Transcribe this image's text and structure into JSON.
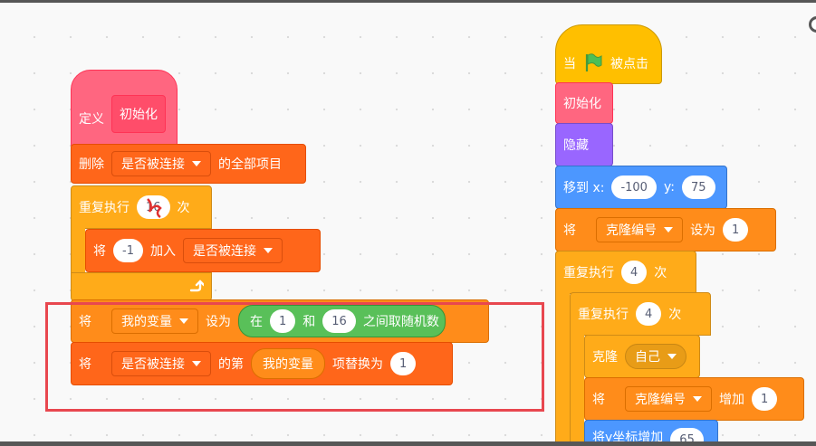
{
  "left_script": {
    "define": {
      "label": "定义",
      "proc_name": "初始化"
    },
    "delete_all": {
      "label": "删除",
      "list": "是否被连接",
      "suffix": "的全部项目"
    },
    "repeat": {
      "label": "重复执行",
      "count": "16",
      "times": "次"
    },
    "add_to_list": {
      "label": "将",
      "value": "-1",
      "mid": "加入",
      "list": "是否被连接"
    },
    "set_var": {
      "label": "将",
      "var": "我的变量",
      "mid": "设为",
      "random": {
        "in": "在",
        "from": "1",
        "and": "和",
        "to": "16",
        "suffix": "之间取随机数"
      }
    },
    "replace_item": {
      "label": "将",
      "list": "是否被连接",
      "mid": "的第",
      "var": "我的变量",
      "suffix": "项替换为",
      "value": "1"
    }
  },
  "right_script": {
    "hat": {
      "label": "当",
      "suffix": "被点击"
    },
    "call_init": "初始化",
    "hide": "隐藏",
    "goto": {
      "label": "移到 x:",
      "x": "-100",
      "ylabel": "y:",
      "y": "75"
    },
    "set_clone": {
      "label": "将",
      "var": "克隆编号",
      "mid": "设为",
      "value": "1"
    },
    "repeat_outer": {
      "label": "重复执行",
      "count": "4",
      "times": "次"
    },
    "repeat_inner": {
      "label": "重复执行",
      "count": "4",
      "times": "次"
    },
    "clone": {
      "label": "克隆",
      "target": "自己"
    },
    "change_clone": {
      "label": "将",
      "var": "克隆编号",
      "mid": "增加",
      "value": "1"
    },
    "change_y": {
      "label": "将y坐标增加",
      "value": "65"
    }
  },
  "colors": {
    "events": "#ffbf00",
    "control": "#ffab19",
    "variables": "#ff8c1a",
    "lists": "#ff661a",
    "my_blocks": "#ff6680",
    "looks": "#9966ff",
    "motion": "#4c97ff",
    "operators": "#59c059",
    "highlight": "#e8474f",
    "flag": "#4cbf56"
  },
  "icons": [
    "green-flag-icon",
    "loop-arrow-icon",
    "dropdown-arrow-icon"
  ]
}
